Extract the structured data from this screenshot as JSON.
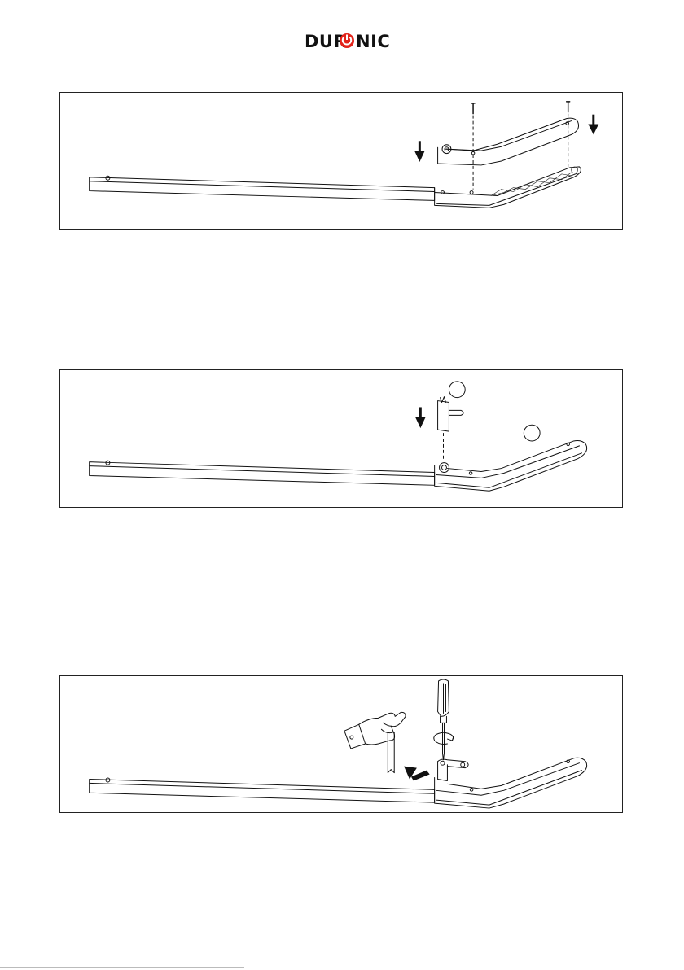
{
  "brand": {
    "logo_text": "DUR NIC",
    "logo_color": "#111111",
    "accent_color": "#e2231a"
  },
  "figures": [
    {
      "id": "step-1",
      "icons": [
        "screw-icon",
        "screw-icon",
        "down-arrow-icon",
        "down-arrow-icon"
      ]
    },
    {
      "id": "step-2",
      "icons": [
        "callout-circle-icon",
        "callout-circle-icon",
        "down-arrow-icon"
      ]
    },
    {
      "id": "step-3",
      "icons": [
        "hand-icon",
        "screwdriver-icon",
        "rotate-icon",
        "arrow-icon"
      ]
    }
  ]
}
